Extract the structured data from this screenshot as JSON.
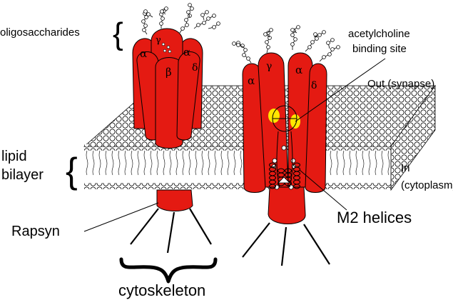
{
  "colors": {
    "receptor": "#e41a12",
    "outline": "#000000",
    "binding_site": "#ffe600",
    "lipid_head": "#ffffff",
    "background": "#ffffff"
  },
  "labels": {
    "oligosaccharides": "oligosaccharides",
    "acetylcholine_binding_site_line1": "acetylcholine",
    "acetylcholine_binding_site_line2": "binding site",
    "out_synapse": "Out (synapse)",
    "lipid_line1": "lipid",
    "lipid_line2": "bilayer",
    "in_line1": "In",
    "in_line2": "(cytoplasm)",
    "rapsyn": "Rapsyn",
    "m2_helices": "M2 helices",
    "cytoskeleton": "cytoskeleton"
  },
  "subunits": {
    "left": {
      "alpha1": "α",
      "gamma": "γ",
      "alpha2": "α",
      "beta": "β",
      "delta": "δ"
    },
    "right": {
      "alpha1": "α",
      "gamma": "γ",
      "alpha2": "α",
      "delta": "δ"
    }
  },
  "icons": {
    "left_receptor": "receptor-side-view",
    "right_receptor": "receptor-cross-section",
    "membrane": "lipid-bilayer-slab",
    "brace": "curly-brace"
  }
}
